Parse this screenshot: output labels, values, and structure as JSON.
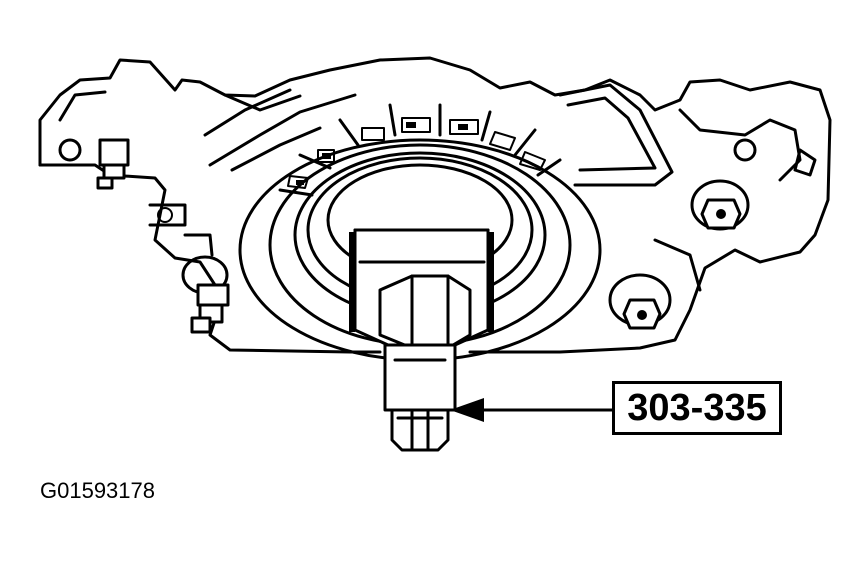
{
  "diagram": {
    "tool_label": "303-335",
    "figure_id": "G01593178",
    "icons": {
      "engine": "engine-block-outline",
      "tool": "crankshaft-turning-tool",
      "arrow": "arrow-left-icon"
    }
  }
}
